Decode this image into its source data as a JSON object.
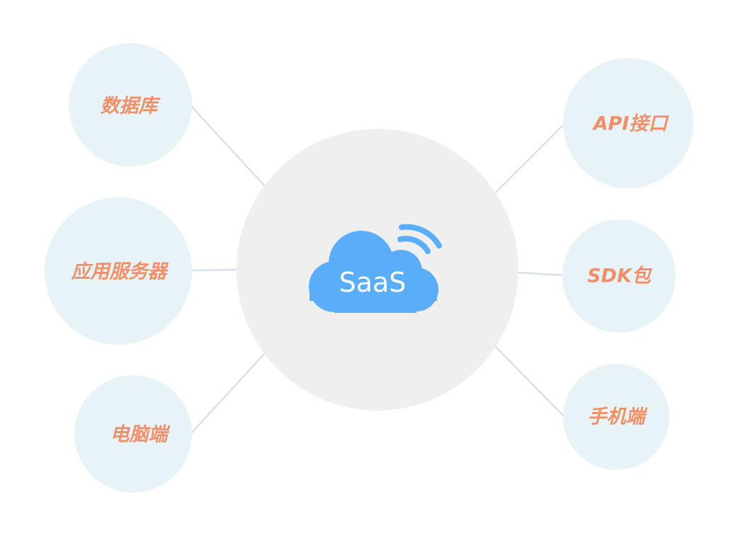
{
  "center": {
    "label": "SaaS",
    "icon": "cloud-wifi-icon"
  },
  "nodes": [
    {
      "id": "database",
      "label": "数据库"
    },
    {
      "id": "app-server",
      "label": "应用服务器"
    },
    {
      "id": "pc-client",
      "label": "电脑端"
    },
    {
      "id": "api",
      "label": "API接口"
    },
    {
      "id": "sdk",
      "label": "SDK包"
    },
    {
      "id": "mobile",
      "label": "手机端"
    }
  ],
  "colors": {
    "center_fill": "#efefef",
    "node_fill": "#e7f3f7",
    "connector": "#d9e1ea",
    "label_text": "#f0906a",
    "cloud": "#5aaef9",
    "cloud_text": "#ffffff"
  }
}
